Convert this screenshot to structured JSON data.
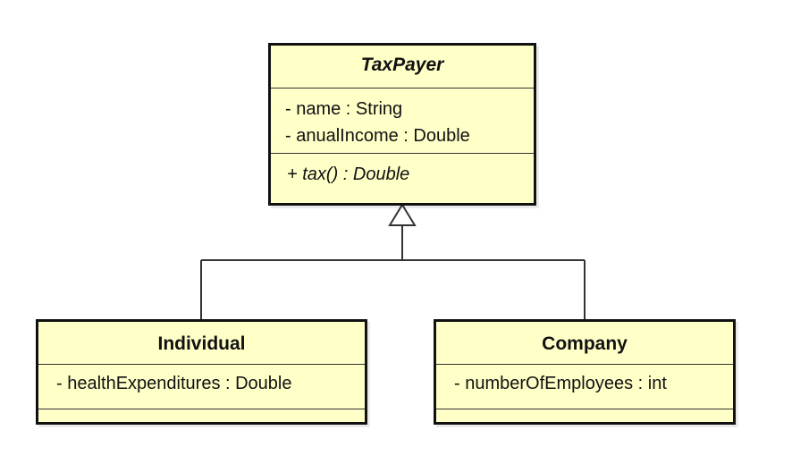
{
  "diagram": {
    "classes": [
      {
        "id": "taxpayer",
        "name": "TaxPayer",
        "abstract": true,
        "attributes": [
          "- name : String",
          "- anualIncome : Double"
        ],
        "operations": [
          "+ tax() : Double"
        ]
      },
      {
        "id": "individual",
        "name": "Individual",
        "abstract": false,
        "attributes": [
          "- healthExpenditures : Double"
        ],
        "operations": []
      },
      {
        "id": "company",
        "name": "Company",
        "abstract": false,
        "attributes": [
          "- numberOfEmployees : int"
        ],
        "operations": []
      }
    ],
    "relationships": [
      {
        "type": "generalization",
        "from": "Individual",
        "to": "TaxPayer"
      },
      {
        "type": "generalization",
        "from": "Company",
        "to": "TaxPayer"
      }
    ],
    "colors": {
      "class_fill": "#ffffc8",
      "border": "#111111",
      "line": "#333333"
    }
  }
}
